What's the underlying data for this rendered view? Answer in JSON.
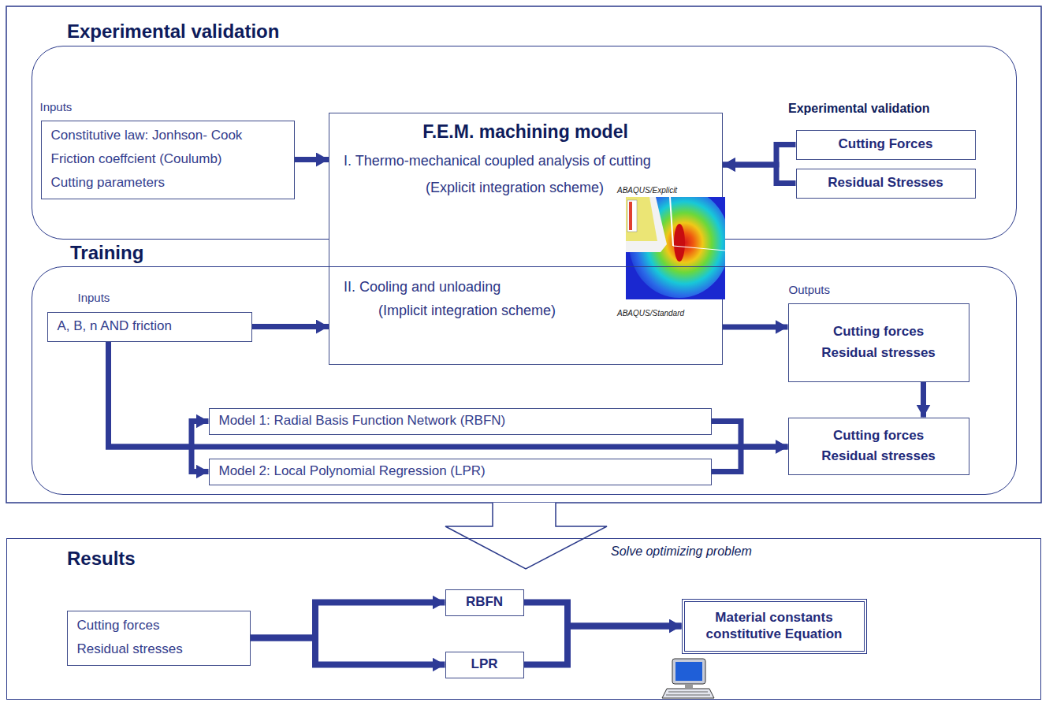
{
  "diagram": {
    "nodes": [
      {
        "text": [
          "Experimental validation"
        ]
      },
      {
        "text": [
          "Inputs",
          "Constitutive law: Jonhson- Cook",
          "Friction coeffcient (Coulumb)",
          "Cutting parameters"
        ],
        "in": 0
      },
      {
        "text": [
          "F.E.M. machining model",
          "I. Thermo-mechanical coupled analysis of cutting",
          "(Explicit integration scheme)",
          "ABAQUS/Explicit",
          "II. Cooling and unloading",
          "(Implicit integration scheme)",
          "ABAQUS/Standard"
        ]
      },
      {
        "text": [
          "Cutting Forces"
        ],
        "in": 0
      },
      {
        "text": [
          "Residual Stresses"
        ],
        "in": 0
      },
      {
        "text": [
          "Training"
        ]
      },
      {
        "text": [
          "Inputs",
          "A, B, n AND friction"
        ],
        "in": 5
      },
      {
        "text": [
          "Outputs",
          "Cutting forces",
          "Residual stresses"
        ],
        "in": 5
      },
      {
        "text": [
          "Model 1: Radial Basis Function Network (RBFN)"
        ],
        "in": 5
      },
      {
        "text": [
          "Model 2: Local Polynomial Regression (LPR)"
        ],
        "in": 5
      },
      {
        "text": [
          "Cutting forces",
          "Residual stresses"
        ],
        "in": 5
      },
      {
        "text": [
          "Results"
        ]
      },
      {
        "text": [
          "Cutting forces",
          "Residual stresses"
        ],
        "in": 11
      },
      {
        "text": [
          "RBFN"
        ],
        "in": 11
      },
      {
        "text": [
          "LPR"
        ],
        "in": 11
      },
      {
        "text": [
          "Material constants constitutive Equation"
        ],
        "in": 11
      }
    ],
    "edges": [
      {
        "from": 1,
        "to": 2,
        "arrow": "to"
      },
      {
        "from": 3,
        "to": 2,
        "arrow": "to"
      },
      {
        "from": 4,
        "to": 2,
        "arrow": "to"
      },
      {
        "from": 6,
        "to": 2,
        "arrow": "to"
      },
      {
        "from": 2,
        "to": 7,
        "arrow": "to"
      },
      {
        "from": 7,
        "to": 10,
        "arrow": "to"
      },
      {
        "from": 6,
        "to": 8,
        "arrow": "to"
      },
      {
        "from": 6,
        "to": 9,
        "arrow": "to"
      },
      {
        "from": 8,
        "to": 10,
        "arrow": "to"
      },
      {
        "from": 9,
        "to": 10,
        "arrow": "to"
      },
      {
        "from": 12,
        "to": 13,
        "arrow": "to"
      },
      {
        "from": 12,
        "to": 14,
        "arrow": "to"
      },
      {
        "from": 13,
        "to": 15,
        "arrow": "to"
      },
      {
        "from": 14,
        "to": 15,
        "arrow": "to"
      }
    ],
    "labels": [
      "Experimental validation",
      "Solve optimizing problem"
    ]
  }
}
